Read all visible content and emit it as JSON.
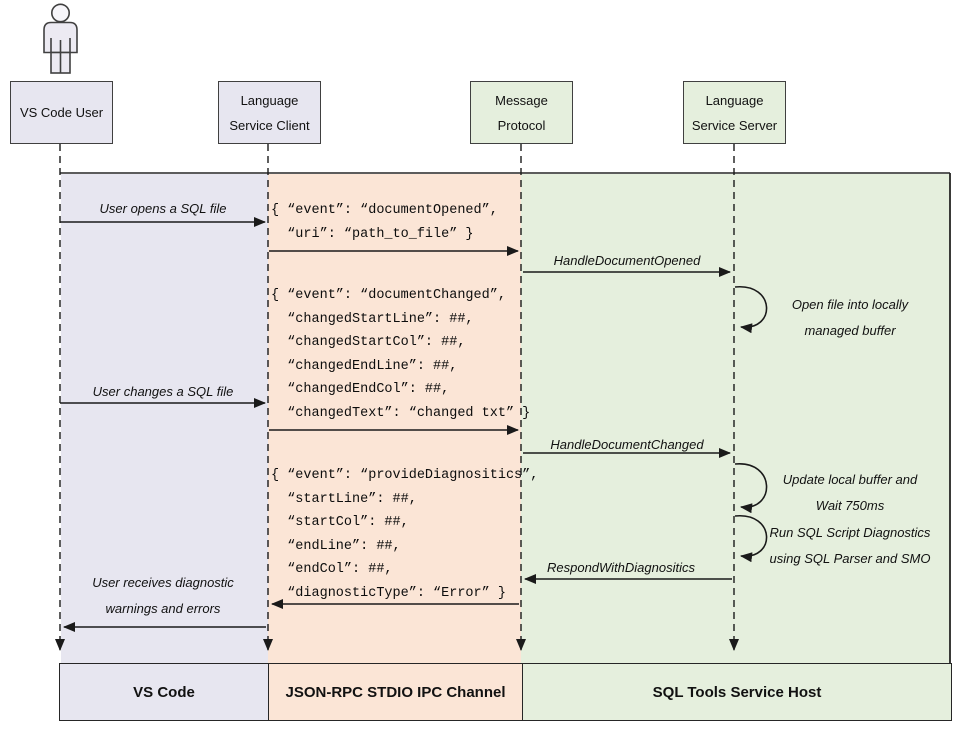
{
  "colors": {
    "lavender": "#e7e6f0",
    "peach": "#fbe5d6",
    "green": "#e5efdd",
    "line": "#1a1a1a",
    "box_border": "#404040"
  },
  "actors": {
    "user": {
      "label": "VS Code User"
    },
    "client": {
      "label": "Language\nService Client"
    },
    "protocol": {
      "label": "Message\nProtocol"
    },
    "server": {
      "label": "Language\nService Server"
    }
  },
  "messages": {
    "open_file": "User opens a SQL file",
    "handle_document_opened": "HandleDocumentOpened",
    "change_file": "User changes a SQL file",
    "handle_document_changed": "HandleDocumentChanged",
    "respond_with_diagnostics": "RespondWithDiagnositics",
    "receive_diagnostics": "User receives diagnostic\nwarnings and errors"
  },
  "notes": {
    "open_buffer": "Open file into locally\nmanaged buffer",
    "update_buffer": "Update local buffer and\nWait 750ms",
    "run_diagnostics": "Run SQL Script Diagnostics\nusing SQL Parser and SMO"
  },
  "payloads": {
    "document_opened": "{ “event”: “documentOpened”,\n  “uri”: “path_to_file” }",
    "document_changed": "{ “event”: “documentChanged”,\n  “changedStartLine”: ##,\n  “changedStartCol”: ##,\n  “changedEndLine”: ##,\n  “changedEndCol”: ##,\n  “changedText”: “changed txt” }",
    "provide_diagnostics": "{ “event”: “provideDiagnositics”,\n  “startLine”: ##,\n  “startCol”: ##,\n  “endLine”: ##,\n  “endCol”: ##,\n  “diagnosticType”: “Error” }"
  },
  "footers": {
    "vscode": "VS Code",
    "ipc": "JSON-RPC STDIO IPC Channel",
    "host": "SQL Tools Service Host"
  }
}
